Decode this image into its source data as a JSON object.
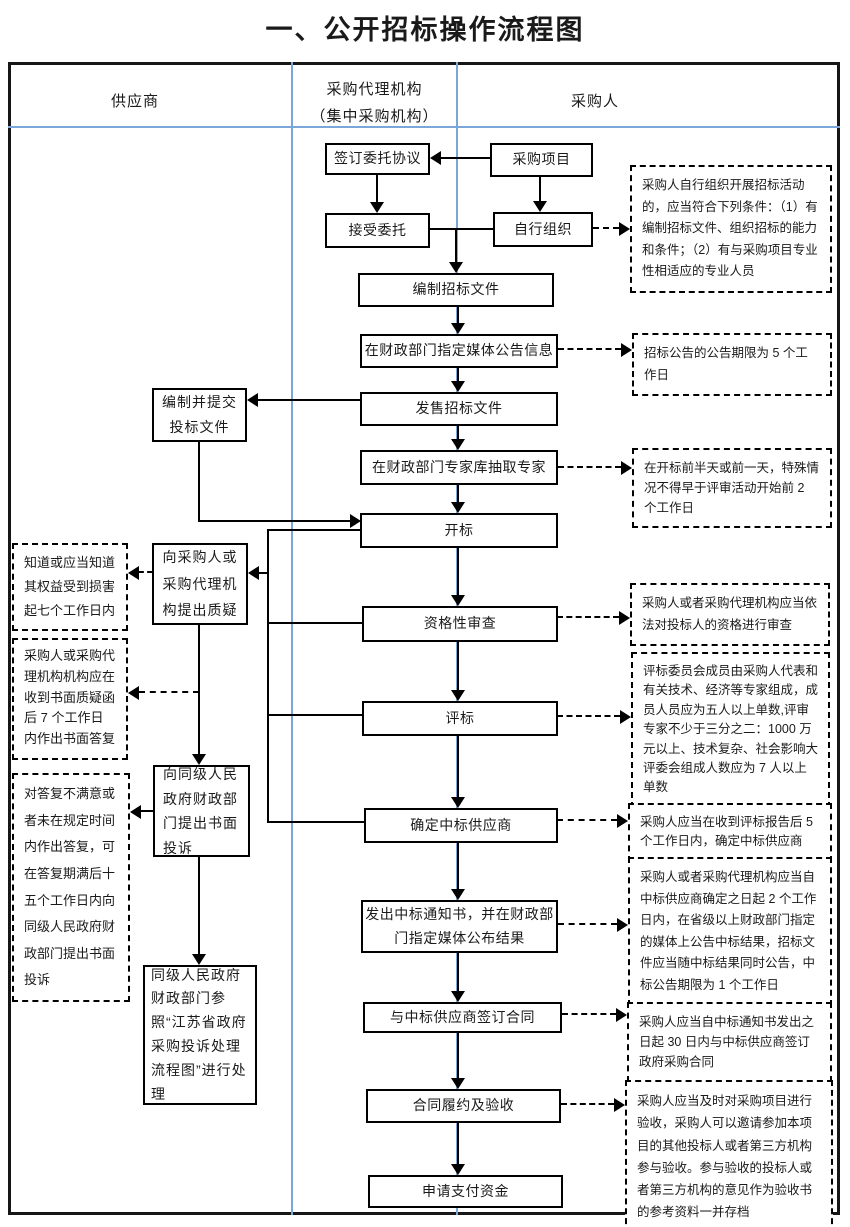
{
  "title": "一、公开招标操作流程图",
  "columns": {
    "supplier": "供应商",
    "agency_line1": "采购代理机构",
    "agency_line2": "（集中采购机构）",
    "purchaser": "采购人"
  },
  "process": {
    "sign_agreement": "签订委托协议",
    "procurement_project": "采购项目",
    "accept_entrustment": "接受委托",
    "self_organize": "自行组织",
    "prepare_docs": "编制招标文件",
    "announce_media": "在财政部门指定媒体公告信息",
    "sell_docs": "发售招标文件",
    "draw_experts": "在财政部门专家库抽取专家",
    "bid_opening": "开标",
    "qualification_review": "资格性审查",
    "bid_evaluation": "评标",
    "determine_winner": "确定中标供应商",
    "issue_notice": "发出中标通知书，并在财政部门指定媒体公布结果",
    "sign_contract": "与中标供应商签订合同",
    "contract_acceptance": "合同履约及验收",
    "request_payment": "申请支付资金"
  },
  "supplier_flow": {
    "prepare_bid": "编制并提交投标文件",
    "raise_query": "向采购人或采购代理机构提出质疑",
    "file_complaint": "向同级人民政府财政部门提出书面投诉",
    "handle_complaint": "同级人民政府财政部门参照“江苏省政府采购投诉处理流程图”进行处理"
  },
  "supplier_notes": {
    "know_rights": "知道或应当知道其权益受到损害起七个工作日内",
    "reply_7days": "采购人或采购代理机构机构应在收到书面质疑函后 7 个工作日内作出书面答复",
    "complaint_15days": "对答复不满意或者未在规定时间内作出答复，可在答复期满后十五个工作日内向同级人民政府财政部门提出书面投诉"
  },
  "purchaser_notes": {
    "self_organize_cond": "采购人自行组织开展招标活动的，应当符合下列条件：（1）有编制招标文件、组织招标的能力和条件；（2）有与采购项目专业性相适应的专业人员",
    "announce_period": "招标公告的公告期限为 5 个工作日",
    "expert_timing": "在开标前半天或前一天，特殊情况不得早于评审活动开始前 2 个工作日",
    "qualification": "采购人或者采购代理机构应当依法对投标人的资格进行审查",
    "committee": "评标委员会成员由采购人代表和有关技术、经济等专家组成，成员人员应为五人以上单数,评审专家不少于三分之二：1000 万元以上、技术复杂、社会影响大评委会组成人数应为 7 人以上单数",
    "determine_5days": "采购人应当在收到评标报告后 5 个工作日内，确定中标供应商",
    "announce_result": "采购人或者采购代理机构应当自中标供应商确定之日起 2 个工作日内，在省级以上财政部门指定的媒体上公告中标结果，招标文件应当随中标结果同时公告，中标公告期限为 1 个工作日",
    "contract_30days": "采购人应当自中标通知书发出之日起 30 日内与中标供应商签订政府采购合同",
    "acceptance": "采购人应当及时对采购项目进行验收，采购人可以邀请参加本项目的其他投标人或者第三方机构参与验收。参与验收的投标人或者第三方机构的意见作为验收书的参考资料一并存档"
  },
  "colors": {
    "divider_blue": "#7ba7d8",
    "line_black": "#000000"
  }
}
